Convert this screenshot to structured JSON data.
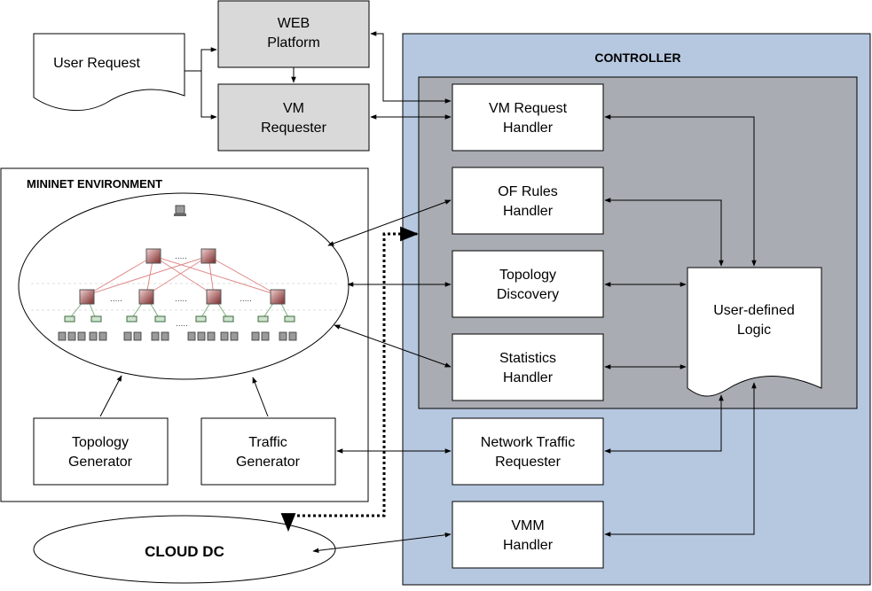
{
  "controller": {
    "title": "CONTROLLER",
    "vm_request_handler": [
      "VM Request",
      "Handler"
    ],
    "of_rules_handler": [
      "OF Rules",
      "Handler"
    ],
    "topology_discovery": [
      "Topology",
      "Discovery"
    ],
    "statistics_handler": [
      "Statistics",
      "Handler"
    ],
    "network_traffic_requester": [
      "Network Traffic",
      "Requester"
    ],
    "vmm_handler": [
      "VMM",
      "Handler"
    ],
    "user_defined_logic": [
      "User-defined",
      "Logic"
    ]
  },
  "web_platform": [
    "WEB",
    "Platform"
  ],
  "vm_requester": [
    "VM",
    "Requester"
  ],
  "user_request": "User Request",
  "mininet": {
    "title": "MININET ENVIRONMENT",
    "topology_generator": [
      "Topology",
      "Generator"
    ],
    "traffic_generator": [
      "Traffic",
      "Generator"
    ]
  },
  "cloud_dc": "CLOUD DC",
  "colors": {
    "controller_bg": "#b6c8e0",
    "inner_bg": "#a9acb2",
    "gray_box": "#d9d9d9"
  }
}
